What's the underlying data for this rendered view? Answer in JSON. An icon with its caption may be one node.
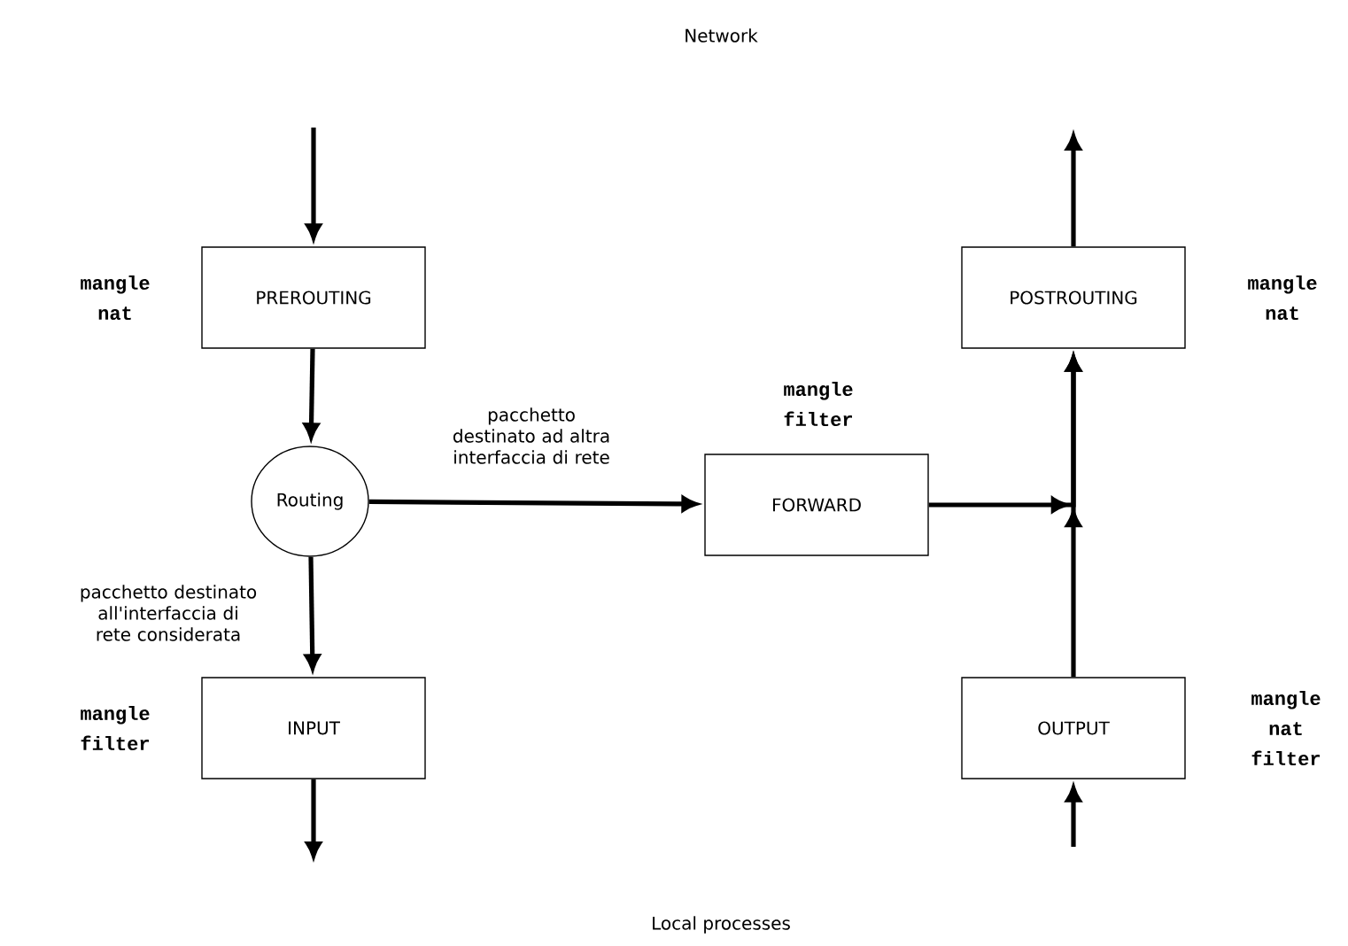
{
  "diagram": {
    "nodes": [
      {
        "text": [
          "PREROUTING"
        ],
        "beside": [
          "mangle nat"
        ]
      },
      {
        "text": [
          "Routing"
        ]
      },
      {
        "text": [
          "FORWARD"
        ],
        "beside": [
          "mangle filter"
        ]
      },
      {
        "text": [
          "POSTROUTING"
        ],
        "beside": [
          "mangle nat"
        ]
      },
      {
        "text": [
          "INPUT"
        ],
        "beside": [
          "mangle filter"
        ]
      },
      {
        "text": [
          "OUTPUT"
        ],
        "beside": [
          "mangle nat filter"
        ]
      }
    ],
    "edges": [
      {
        "from": null,
        "to": 0,
        "arrow": "to"
      },
      {
        "from": 0,
        "to": 1,
        "arrow": "to"
      },
      {
        "from": 1,
        "to": 2,
        "arrow": "to",
        "label": "pacchetto destinato ad altra interfaccia di rete"
      },
      {
        "from": 1,
        "to": 4,
        "arrow": "to",
        "label": "pacchetto destinato all'interfaccia di rete considerata"
      },
      {
        "from": 4,
        "to": null,
        "arrow": "to"
      },
      {
        "from": 2,
        "to": 3,
        "arrow": "to"
      },
      {
        "from": 5,
        "to": 3,
        "arrow": "to"
      },
      {
        "from": null,
        "to": 5,
        "arrow": "to"
      },
      {
        "from": 3,
        "to": null,
        "arrow": "to"
      }
    ],
    "labels": [
      "Network",
      "Local processes"
    ]
  }
}
